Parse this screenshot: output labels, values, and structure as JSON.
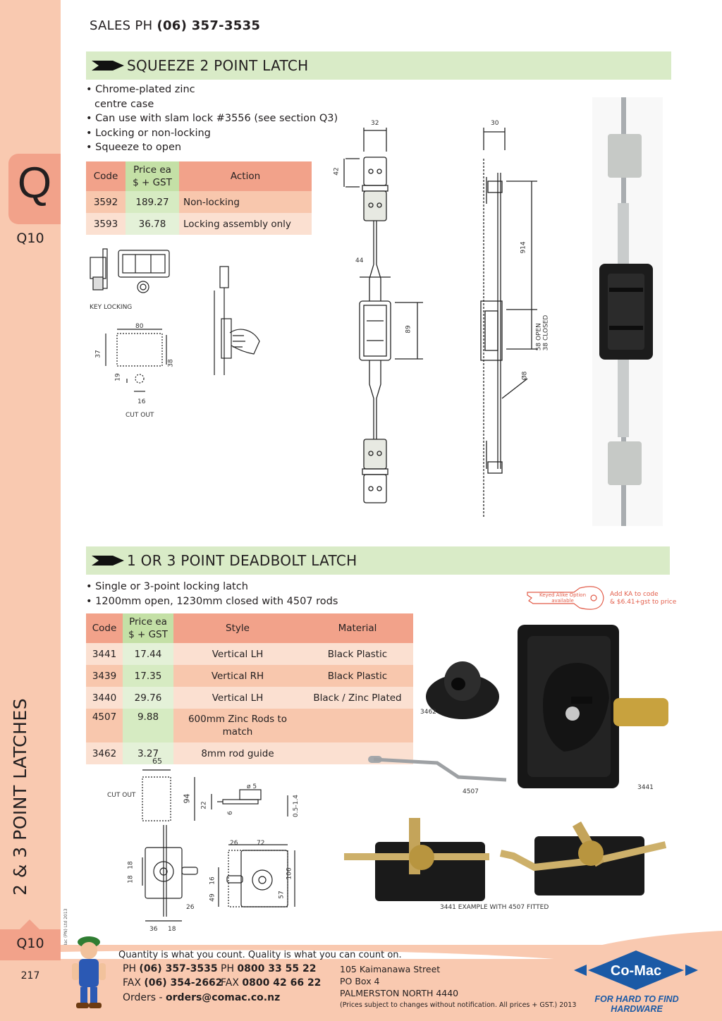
{
  "sales": {
    "prefix": "SALES  PH ",
    "phone": "(06) 357-3535"
  },
  "sidebar": {
    "section_letter": "Q",
    "section_code": "Q10",
    "vertical_title": "2 & 3 POINT LATCHES",
    "copyright": "© Co-Mac (PN) Ltd 2013",
    "bottom_code": "Q10",
    "page_number": "217"
  },
  "section1": {
    "title": "SQUEEZE 2 POINT LATCH",
    "bullets": [
      "• Chrome-plated zinc",
      "   centre case",
      "• Can use with slam lock #3556 (see section Q3)",
      "• Locking or non-locking",
      "• Squeeze to open"
    ],
    "table": {
      "headers": [
        "Code",
        "Price ea\n$ + GST",
        "Action"
      ],
      "rows": [
        {
          "code": "3592",
          "price": "189.27",
          "action": "Non-locking"
        },
        {
          "code": "3593",
          "price": "36.78",
          "action": "Locking assembly only"
        }
      ]
    },
    "labels": {
      "key_locking": "KEY LOCKING",
      "cut_out": "CUT OUT"
    },
    "dims": {
      "w80": "80",
      "h37": "37",
      "h38": "38",
      "d19": "19",
      "d16": "16",
      "d32": "32",
      "d42": "42",
      "d44": "44",
      "d89": "89",
      "d30": "30",
      "d914": "914",
      "open": "58 OPEN",
      "closed": "38 CLOSED",
      "rod": "Ø8"
    }
  },
  "section2": {
    "title": "1 OR 3 POINT DEADBOLT LATCH",
    "bullets": [
      "• Single or 3-point locking latch",
      "• 1200mm open, 1230mm closed with 4507 rods"
    ],
    "keyed": {
      "tag": "Keyed Alike Option available",
      "note1": "Add KA to code",
      "note2": "& $6.41+gst to price"
    },
    "table": {
      "headers": [
        "Code",
        "Price ea\n$ + GST",
        "Style",
        "Material"
      ],
      "rows": [
        {
          "code": "3441",
          "price": "17.44",
          "style": "Vertical LH",
          "material": "Black Plastic"
        },
        {
          "code": "3439",
          "price": "17.35",
          "style": "Vertical RH",
          "material": "Black Plastic"
        },
        {
          "code": "3440",
          "price": "29.76",
          "style": "Vertical LH",
          "material": "Black / Zinc Plated"
        },
        {
          "code": "4507",
          "price": "9.88",
          "style": "600mm Zinc Rods to\nmatch",
          "material": ""
        },
        {
          "code": "3462",
          "price": "3.27",
          "style": "8mm rod guide",
          "material": ""
        }
      ]
    },
    "labels": {
      "cut_out": "CUT OUT",
      "p3462": "3462",
      "p4507": "4507",
      "p3441": "3441",
      "example": "3441 EXAMPLE WITH 4507 FITTED"
    },
    "dims": {
      "d65": "65",
      "d94": "94",
      "d5": "ø 5",
      "d22": "22",
      "d6": "6",
      "d05": "0.5-1.4",
      "d18a": "18",
      "d18b": "18",
      "d36": "36",
      "d18c": "18",
      "d26a": "26",
      "d26b": "26",
      "d72": "72",
      "d16": "16",
      "d49": "49",
      "d57": "57",
      "d106": "106"
    }
  },
  "footer": {
    "motto": "Quantity is what you count.  Quality is what you can count on.",
    "ph_label": "PH ",
    "ph": "(06) 357-3535",
    "ph2_label": "PH ",
    "ph2": "0800 33 55 22",
    "fax_label": "FAX ",
    "fax": "(06) 354-2662",
    "fax2_label": "FAX ",
    "fax2": "0800 42 66 22",
    "orders_label": "Orders - ",
    "orders": "orders@comac.co.nz",
    "address": [
      "105 Kaimanawa Street",
      "PO Box 4",
      "PALMERSTON NORTH 4440"
    ],
    "disclaimer": "(Prices subject to changes without notification.  All prices + GST.)  2013",
    "logo_text": "Co-Mac",
    "tagline": "FOR HARD TO FIND HARDWARE"
  },
  "colors": {
    "sidebar": "#f9c9b0",
    "tab": "#f2a28a",
    "header_bar": "#d9ebc7",
    "price_col": "#c4e0a6",
    "brand_blue": "#1b5aa6"
  }
}
